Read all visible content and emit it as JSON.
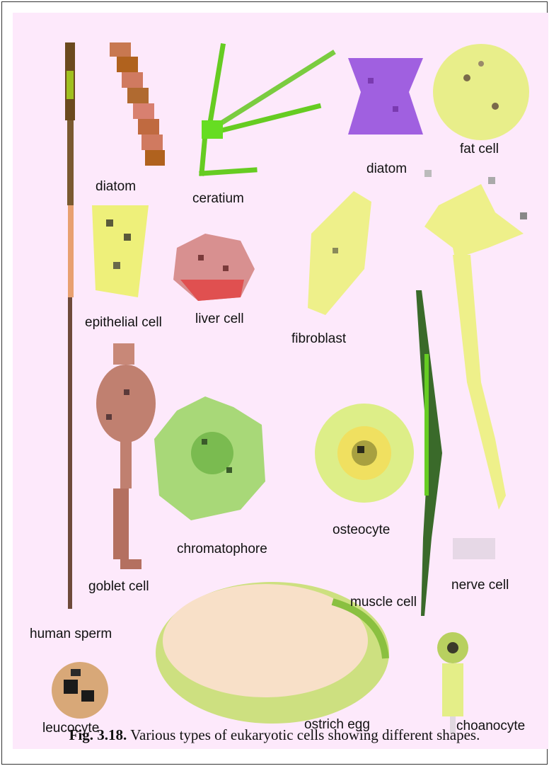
{
  "figure": {
    "caption_label": "Fig. 3.18.",
    "caption_text": "Various types of eukaryotic cells showing different shapes."
  },
  "labels": {
    "diatom_left": "diatom",
    "ceratium": "ceratium",
    "diatom_right": "diatom",
    "fat_cell": "fat cell",
    "epithelial_cell": "epithelial cell",
    "liver_cell": "liver cell",
    "fibroblast": "fibroblast",
    "goblet_cell": "goblet cell",
    "chromatophore": "chromatophore",
    "osteocyte": "osteocyte",
    "nerve_cell": "nerve cell",
    "muscle_cell": "muscle cell",
    "human_sperm": "human sperm",
    "leucocyte": "leucocyte",
    "ostrich_egg": "ostrich egg",
    "choanocyte": "choanocyte"
  }
}
